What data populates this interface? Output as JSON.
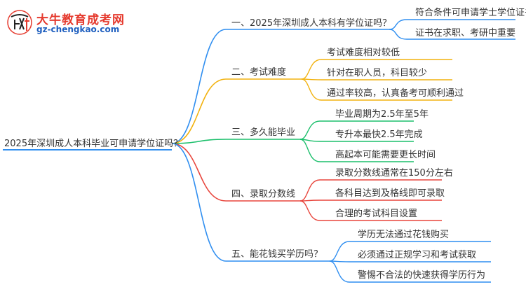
{
  "logo": {
    "name": "大牛教育成考网",
    "url": "gz-chengkao.com"
  },
  "root": "2025年深圳成人本科毕业可申请学位证吗？",
  "branches": [
    {
      "title": "一、2025年深圳成人本科有学位证吗？",
      "color": "#2f8ef0",
      "leaves": [
        "符合条件可申请学士学位证书",
        "证书在求职、考研中重要"
      ]
    },
    {
      "title": "二、考试难度",
      "color": "#f2b20f",
      "leaves": [
        "考试难度相对较低",
        "针对在职人员，科目较少",
        "通过率较高，认真备考可顺利通过"
      ]
    },
    {
      "title": "三、多久能毕业",
      "color": "#1bbf6b",
      "leaves": [
        "毕业周期为2.5年至5年",
        "专升本最快2.5年完成",
        "高起本可能需要更长时间"
      ]
    },
    {
      "title": "四、录取分数线",
      "color": "#e8453c",
      "leaves": [
        "录取分数线通常在150分左右",
        "各科目达到及格线即可录取",
        "合理的考试科目设置"
      ]
    },
    {
      "title": "五、能花钱买学历吗？",
      "color": "#2f8ef0",
      "leaves": [
        "学历无法通过花钱购买",
        "必须通过正规学习和考试获取",
        "警惕不合法的快速获得学历行为"
      ]
    }
  ]
}
